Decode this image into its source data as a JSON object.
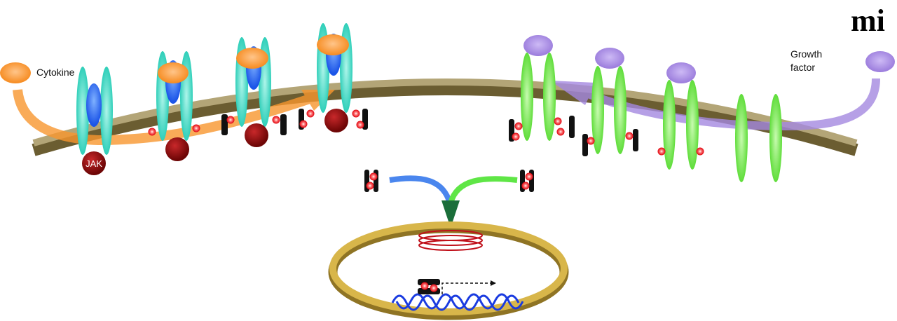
{
  "labels": {
    "cytokine": "Cytokine",
    "growth_factor_line1": "Growth",
    "growth_factor_line2": "factor",
    "jak": "JAK"
  },
  "logo": "mi",
  "colors": {
    "cytokine": "#f7962e",
    "growth_factor": "#a488e0",
    "cytokine_receptor": "#3fd9c4",
    "growth_factor_receptor": "#7ee85a",
    "jak": "#8f0d0d",
    "membrane": "#a99b6b",
    "nucleus": "#d8b64a",
    "dna": "#1a3be0"
  }
}
